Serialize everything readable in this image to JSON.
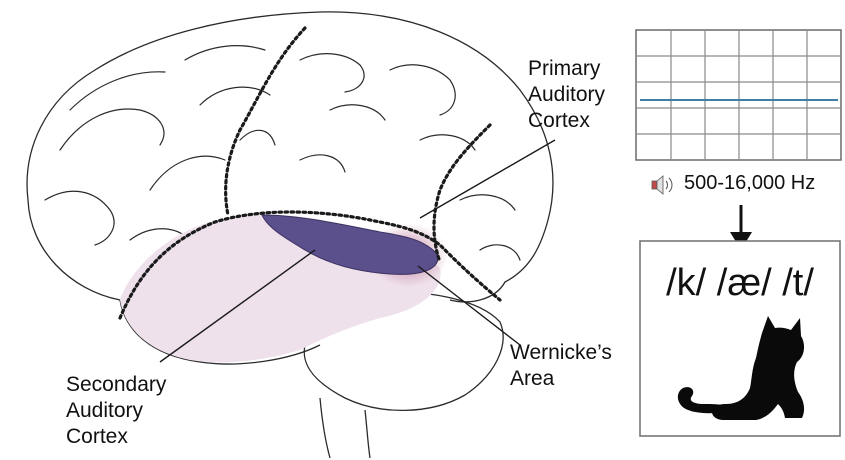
{
  "labels": {
    "primary": [
      "Primary",
      "Auditory",
      "Cortex"
    ],
    "secondary": [
      "Secondary",
      "Auditory",
      "Cortex"
    ],
    "wernicke": [
      "Wernicke’s",
      "Area"
    ]
  },
  "audio": {
    "frequency_range": "500-16,000 Hz"
  },
  "phonemes": "/k/ /æ/ /t/",
  "icons": [
    "speaker-icon",
    "down-arrow-icon",
    "cat-silhouette-icon"
  ],
  "colors": {
    "primary_cortex": "#5b4f8c",
    "secondary_cortex": "#efe1ec",
    "wernicke": "#b56a8e",
    "outline": "#2b2b2b",
    "waveform_start": "#2e9a6b",
    "waveform_end": "#7a3fa0"
  }
}
